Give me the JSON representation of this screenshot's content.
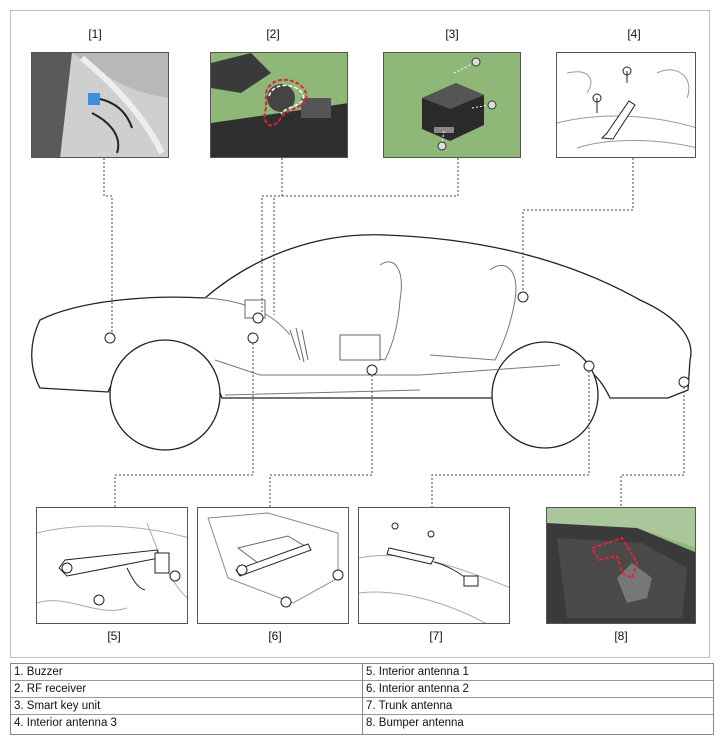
{
  "callouts": [
    "[1]",
    "[2]",
    "[3]",
    "[4]",
    "[5]",
    "[6]",
    "[7]",
    "[8]"
  ],
  "legend": {
    "left": [
      "1. Buzzer",
      "2. RF receiver",
      "3. Smart key unit",
      "4. Interior antenna 3"
    ],
    "right": [
      "5. Interior antenna 1",
      "6. Interior antenna 2",
      "7. Trunk antenna",
      "8. Bumper antenna"
    ]
  },
  "colors": {
    "photo_green": "#8fb878",
    "highlight_red": "#e0233a"
  }
}
